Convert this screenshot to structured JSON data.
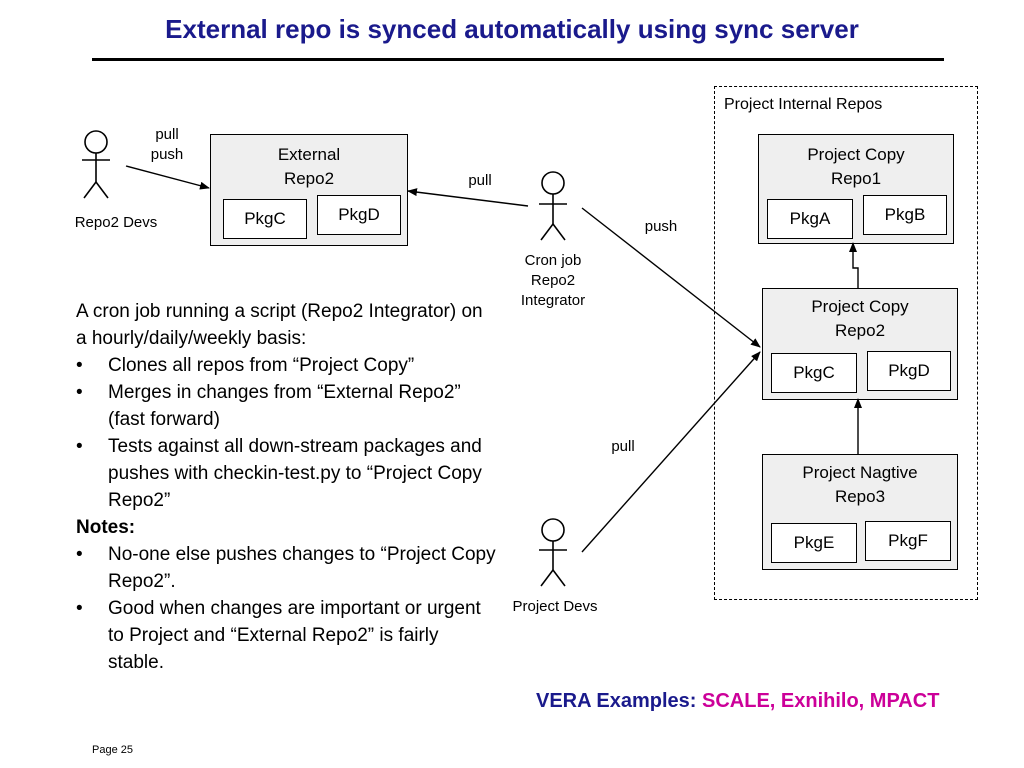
{
  "title": "External repo is synced automatically using sync server",
  "internal_group_label": "Project Internal Repos",
  "actors": {
    "repo2_devs": "Repo2 Devs",
    "cron_job": [
      "Cron job",
      "Repo2",
      "Integrator"
    ],
    "project_devs": "Project Devs"
  },
  "boxes": {
    "external_repo2": {
      "title": [
        "External",
        "Repo2"
      ],
      "pkgs": [
        "PkgC",
        "PkgD"
      ]
    },
    "project_copy_repo1": {
      "title": [
        "Project Copy",
        "Repo1"
      ],
      "pkgs": [
        "PkgA",
        "PkgB"
      ]
    },
    "project_copy_repo2": {
      "title": [
        "Project Copy",
        "Repo2"
      ],
      "pkgs": [
        "PkgC",
        "PkgD"
      ]
    },
    "project_nagtive_repo3": {
      "title": [
        "Project Nagtive",
        "Repo3"
      ],
      "pkgs": [
        "PkgE",
        "PkgF"
      ]
    }
  },
  "edge_labels": {
    "devs_pull": "pull",
    "devs_push": "push",
    "cron_pull": "pull",
    "cron_push": "push",
    "projdevs_pull": "pull"
  },
  "body": {
    "intro": "A cron job running a script (Repo2 Integrator) on a hourly/daily/weekly basis:",
    "bullets": [
      "Clones all repos from “Project Copy”",
      "Merges in changes from “External Repo2” (fast forward)",
      "Tests against all down-stream packages and pushes with checkin-test.py to “Project Copy Repo2”"
    ],
    "notes_heading": "Notes:",
    "notes": [
      "No-one else pushes changes to “Project Copy Repo2”.",
      "Good when changes are important or urgent to Project and “External Repo2” is fairly stable."
    ],
    "bullet_char": "•"
  },
  "vera": {
    "label": "VERA Examples:",
    "examples": "SCALE, Exnihilo, MPACT"
  },
  "page": "Page 25"
}
